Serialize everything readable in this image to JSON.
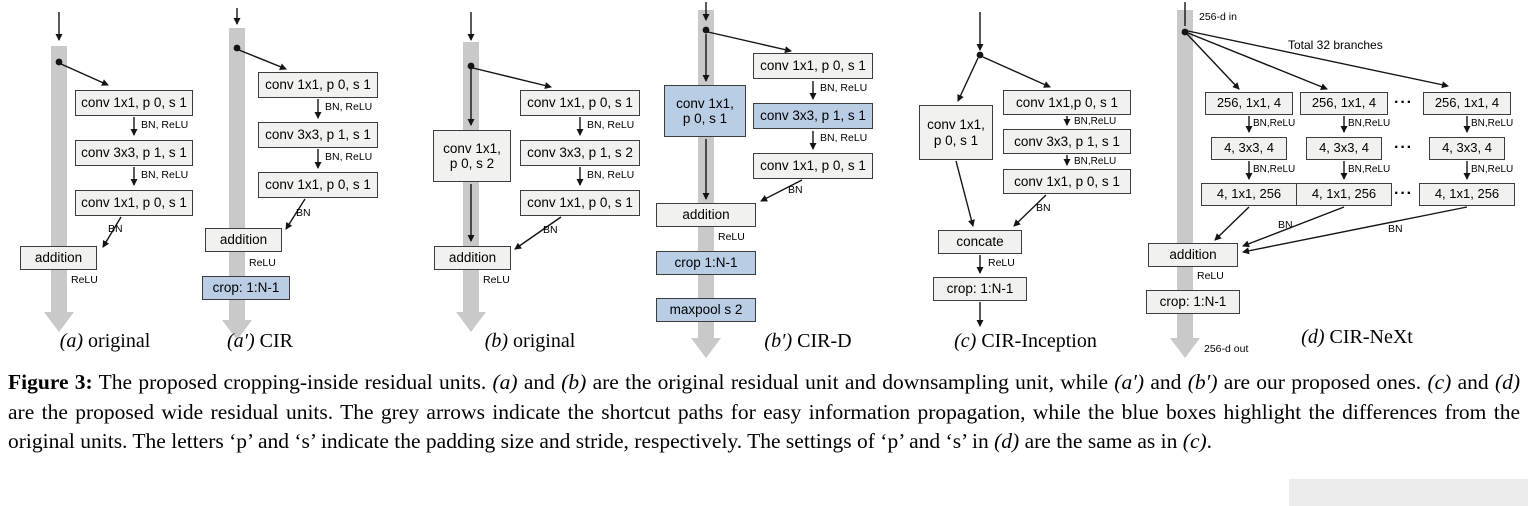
{
  "colors": {
    "highlight_blue": "#b9cde5",
    "box_grey": "#f1f2ef",
    "shortcut_grey": "#c9c9c9"
  },
  "shared": {
    "bn_relu": "BN, ReLU",
    "bn_relu_tight": "BN,ReLU",
    "bn": "BN",
    "relu": "ReLU",
    "addition": "addition",
    "dots": "···"
  },
  "diagram_a": {
    "conv1": "conv 1x1, p 0, s 1",
    "conv2": "conv 3x3, p 1, s 1",
    "conv3": "conv 1x1, p 0, s 1",
    "cap_prefix": "(a)",
    "cap_text": " original"
  },
  "diagram_a2": {
    "conv1": "conv 1x1, p 0, s 1",
    "conv2": "conv 3x3, p 1, s 1",
    "conv3": "conv 1x1, p 0, s 1",
    "crop": "crop: 1:N-1",
    "cap_prefix": "(a′)",
    "cap_text": " CIR"
  },
  "diagram_b": {
    "conv_shortcut": "conv 1x1,\np 0, s 2",
    "conv1": "conv 1x1, p 0, s 1",
    "conv2": "conv 3x3, p 1, s 2",
    "conv3": "conv 1x1, p 0, s 1",
    "cap_prefix": "(b)",
    "cap_text": " original"
  },
  "diagram_b2": {
    "conv_main": "conv 1x1,\np 0, s 1",
    "conv1": "conv 1x1, p 0, s 1",
    "conv2": "conv 3x3, p 1, s 1",
    "conv3": "conv 1x1, p 0, s 1",
    "crop": "crop 1:N-1",
    "maxpool": "maxpool s 2",
    "cap_prefix": "(b′)",
    "cap_text": " CIR-D"
  },
  "diagram_c": {
    "conv_left": "conv 1x1,\np 0, s 1",
    "conv1": "conv 1x1,p 0, s 1",
    "conv2": "conv 3x3, p 1, s 1",
    "conv3": "conv 1x1, p 0, s 1",
    "concate": "concate",
    "crop": "crop: 1:N-1",
    "cap_prefix": "(c)",
    "cap_text": " CIR-Inception"
  },
  "diagram_d": {
    "d_in": "256-d in",
    "d_out": "256-d out",
    "total_branches": "Total 32 branches",
    "box1": "256, 1x1, 4",
    "box2": "4, 3x3, 4",
    "box3": "4, 1x1, 256",
    "crop": "crop: 1:N-1",
    "cap_prefix": "(d)",
    "cap_text": " CIR-NeXt"
  },
  "figure_caption": {
    "segments": [
      {
        "t": "Figure 3:",
        "s": "b"
      },
      {
        "t": " The proposed cropping-inside residual units. "
      },
      {
        "t": "(a)",
        "s": "i"
      },
      {
        "t": " and "
      },
      {
        "t": "(b)",
        "s": "i"
      },
      {
        "t": " are the original residual unit and downsampling unit, while "
      },
      {
        "t": "(a′)",
        "s": "i"
      },
      {
        "t": " and "
      },
      {
        "t": "(b′)",
        "s": "i"
      },
      {
        "t": " are our proposed ones. "
      },
      {
        "t": "(c)",
        "s": "i"
      },
      {
        "t": " and "
      },
      {
        "t": "(d)",
        "s": "i"
      },
      {
        "t": " are the proposed wide residual units. The grey arrows indicate the shortcut paths for easy information propagation, while the blue boxes highlight the differences from the original units. The letters ‘p’ and ‘s’ indicate the padding size and stride, respectively. The settings of ‘p’ and ‘s’ in "
      },
      {
        "t": "(d)",
        "s": "i"
      },
      {
        "t": " are the same as in "
      },
      {
        "t": "(c)",
        "s": "i"
      },
      {
        "t": "."
      }
    ]
  }
}
